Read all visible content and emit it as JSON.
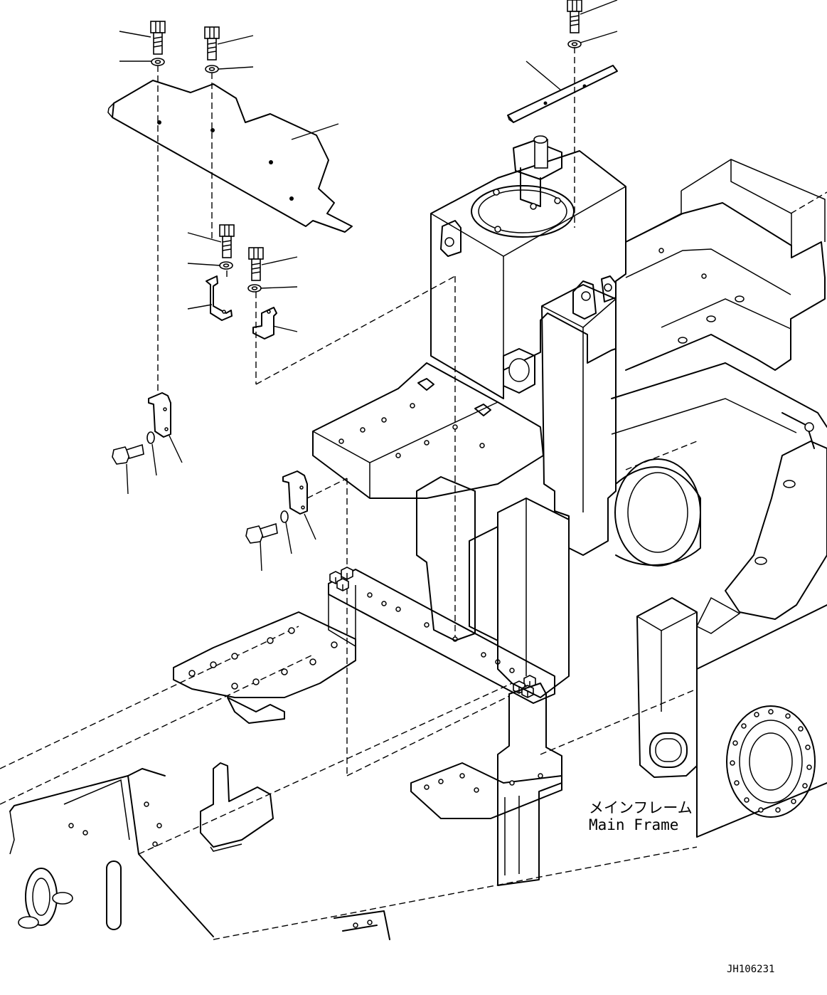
{
  "diagram": {
    "frame_label_jp": "メインフレーム",
    "frame_label_en": "Main Frame",
    "drawing_code": "JH106231"
  },
  "colors": {
    "line": "#000000",
    "background": "#ffffff"
  }
}
